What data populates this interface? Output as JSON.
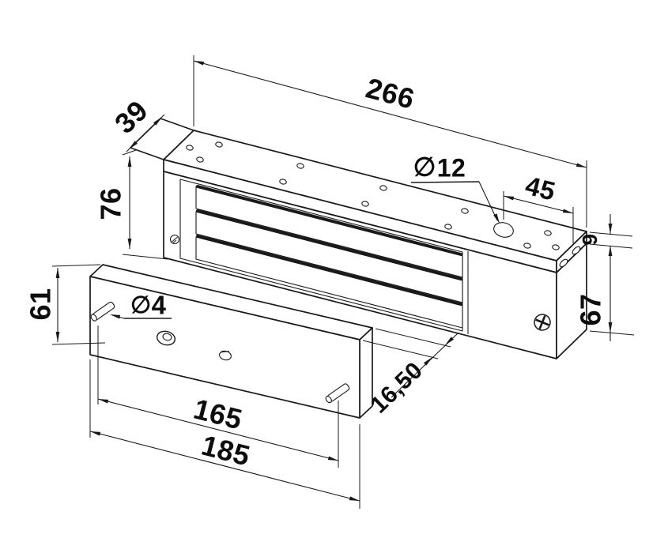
{
  "drawing": {
    "background": "#ffffff",
    "line_color": "#1a1a1a",
    "text_color": "#0d0d0d",
    "dims": {
      "diameter_symbol": "∅",
      "body_length": "266",
      "body_depth": "39",
      "front_height": "76",
      "hole_diameter": "12",
      "hole_offset": "45",
      "plate_thickness": "9",
      "magnet_height": "67",
      "armature_height": "61",
      "pin_diameter": "4",
      "pin_spacing": "165",
      "armature_length": "185",
      "armature_thickness": "16,50"
    }
  }
}
